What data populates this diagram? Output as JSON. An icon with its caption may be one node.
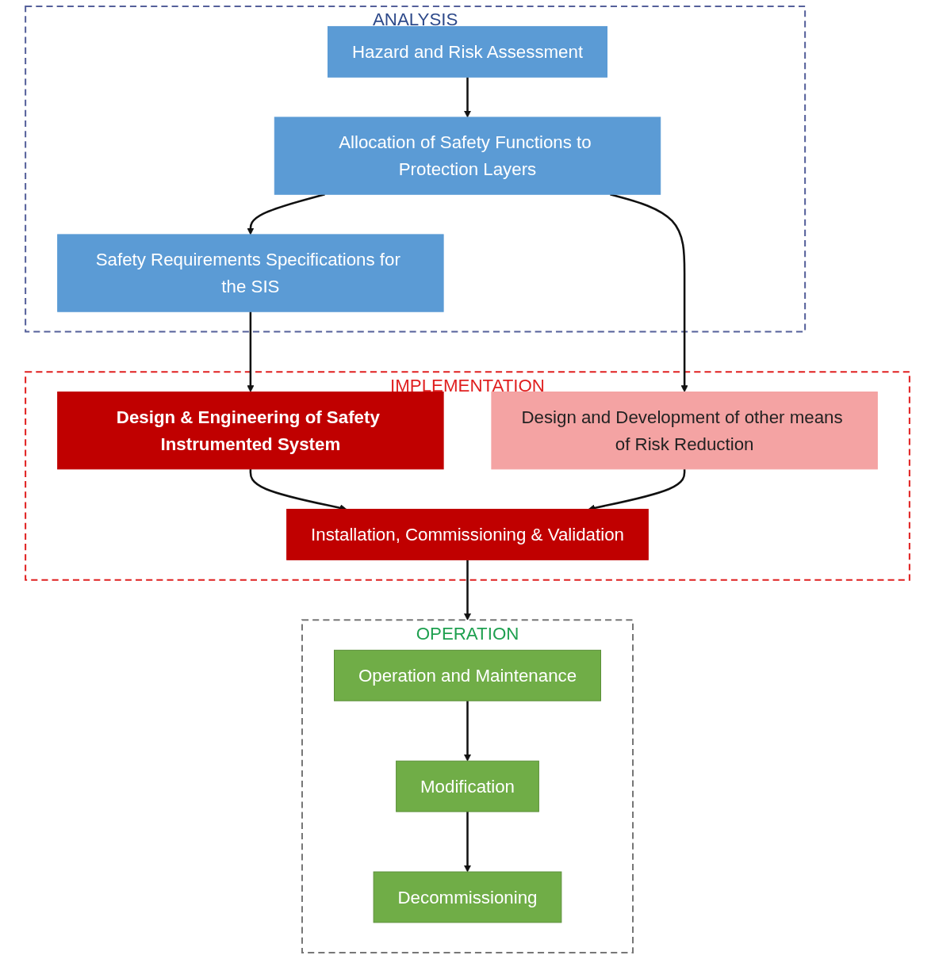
{
  "diagram": {
    "nodes": [
      {
        "text": [
          "ANALYSIS"
        ]
      },
      {
        "text": [
          "Hazard and Risk Assessment"
        ],
        "in": 0
      },
      {
        "text": [
          "Allocation of Safety Functions to Protection Layers"
        ],
        "in": 0
      },
      {
        "text": [
          "Safety Requirements Specifications for the SIS"
        ],
        "in": 0
      },
      {
        "text": [
          "IMPLEMENTATION"
        ]
      },
      {
        "text": [
          "Design & Engineering of Safety Instrumented System"
        ],
        "in": 4
      },
      {
        "text": [
          "Design and Development of other means of Risk Reduction"
        ],
        "in": 4
      },
      {
        "text": [
          "Installation, Commissioning & Validation"
        ],
        "in": 4
      },
      {
        "text": [
          "OPERATION"
        ]
      },
      {
        "text": [
          "Operation and Maintenance"
        ],
        "in": 8
      },
      {
        "text": [
          "Modification"
        ],
        "in": 8
      },
      {
        "text": [
          "Decommissioning"
        ],
        "in": 8
      }
    ],
    "edges": [
      {
        "from": 1,
        "to": 2,
        "arrow": "to"
      },
      {
        "from": 2,
        "to": 3,
        "arrow": "to"
      },
      {
        "from": 2,
        "to": 6,
        "arrow": "to"
      },
      {
        "from": 3,
        "to": 5,
        "arrow": "to"
      },
      {
        "from": 5,
        "to": 7,
        "arrow": "to"
      },
      {
        "from": 6,
        "to": 7,
        "arrow": "to"
      },
      {
        "from": 7,
        "to": 8,
        "arrow": "to"
      },
      {
        "from": 9,
        "to": 10,
        "arrow": "to"
      },
      {
        "from": 10,
        "to": 11,
        "arrow": "to"
      }
    ]
  }
}
